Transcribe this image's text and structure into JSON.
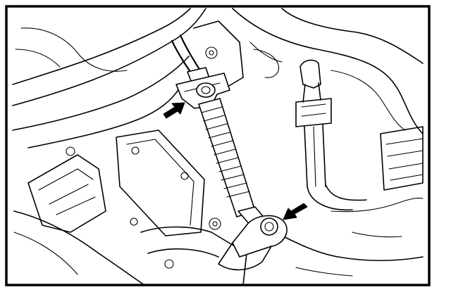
{
  "diagram": {
    "callouts": [
      {
        "name": "bracket-clip-arrow",
        "direction": "right"
      },
      {
        "name": "cable-end-bolt-arrow",
        "direction": "down-left"
      }
    ],
    "colors": {
      "line": "#000000",
      "background": "#ffffff"
    }
  }
}
